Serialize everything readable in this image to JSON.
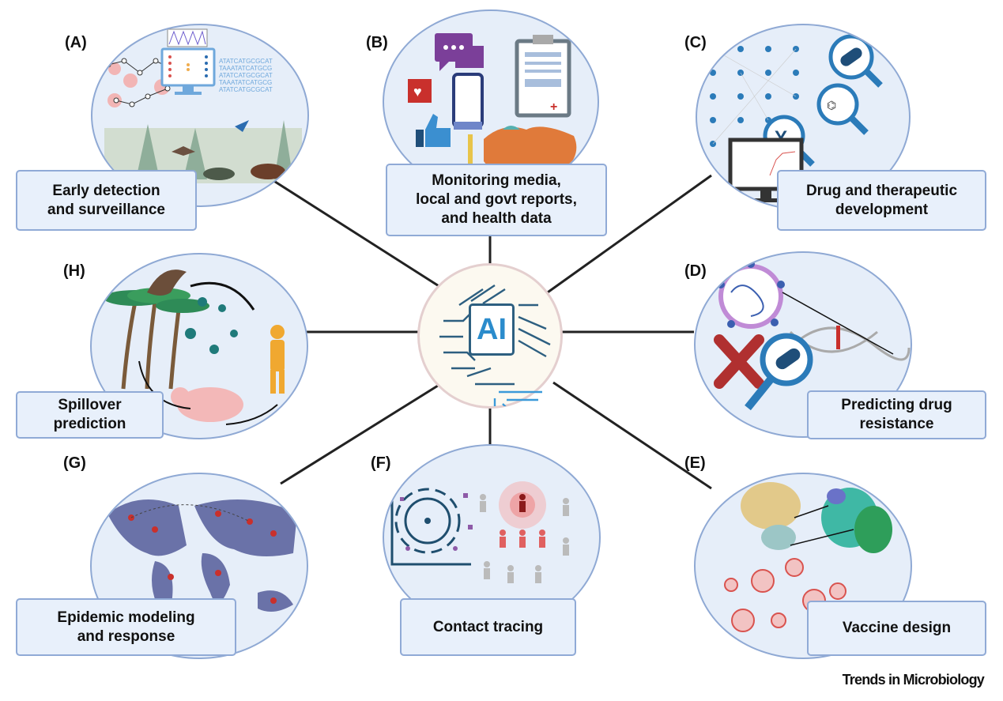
{
  "center": {
    "label": "AI",
    "icon": "circuit-brain-icon"
  },
  "panels": [
    {
      "letter": "(A)",
      "label_lines": [
        "Early detection",
        "and surveillance"
      ],
      "icons": [
        "phylogenetic-network-icon",
        "monitor-neural-net-icon",
        "dna-sequence-icon",
        "forest-wildlife-icon"
      ]
    },
    {
      "letter": "(B)",
      "label_lines": [
        "Monitoring media,",
        "local and govt reports,",
        "and health data"
      ],
      "icons": [
        "chat-bubble-icon",
        "heart-icon",
        "thumbs-up-icon",
        "smartphone-icon",
        "clipboard-icon",
        "world-heatmap-icon"
      ]
    },
    {
      "letter": "(C)",
      "label_lines": [
        "Drug and therapeutic",
        "development"
      ],
      "icons": [
        "neural-network-icon",
        "pill-magnifier-icon",
        "molecule-magnifier-icon",
        "antibody-magnifier-icon",
        "monitor-chart-icon"
      ]
    },
    {
      "letter": "(D)",
      "label_lines": [
        "Predicting drug",
        "resistance"
      ],
      "icons": [
        "virus-icon",
        "dna-helix-icon",
        "red-x-icon",
        "pill-magnifier-icon"
      ]
    },
    {
      "letter": "(E)",
      "label_lines": [
        "Vaccine design"
      ],
      "icons": [
        "protein-structure-icon",
        "virus-particles-icon",
        "vaccine-vial-icon"
      ]
    },
    {
      "letter": "(F)",
      "label_lines": [
        "Contact tracing"
      ],
      "icons": [
        "cluster-plot-icon",
        "people-network-icon"
      ]
    },
    {
      "letter": "(G)",
      "label_lines": [
        "Epidemic modeling",
        "and response"
      ],
      "icons": [
        "world-map-icon"
      ]
    },
    {
      "letter": "(H)",
      "label_lines": [
        "Spillover",
        "prediction"
      ],
      "icons": [
        "bat-icon",
        "palm-tree-icon",
        "virus-icon",
        "pig-icon",
        "human-icon"
      ]
    }
  ],
  "footer": {
    "journal": "Trends in Microbiology"
  },
  "colors": {
    "bubble_fill": "#e6eef9",
    "bubble_border": "#8fa9d4",
    "label_fill": "#e8f0fb",
    "ai_blue": "#2b8ccc",
    "circuit": "#2d5f80",
    "center_fill": "#fcf9f0",
    "center_border": "#e4cfcf"
  }
}
